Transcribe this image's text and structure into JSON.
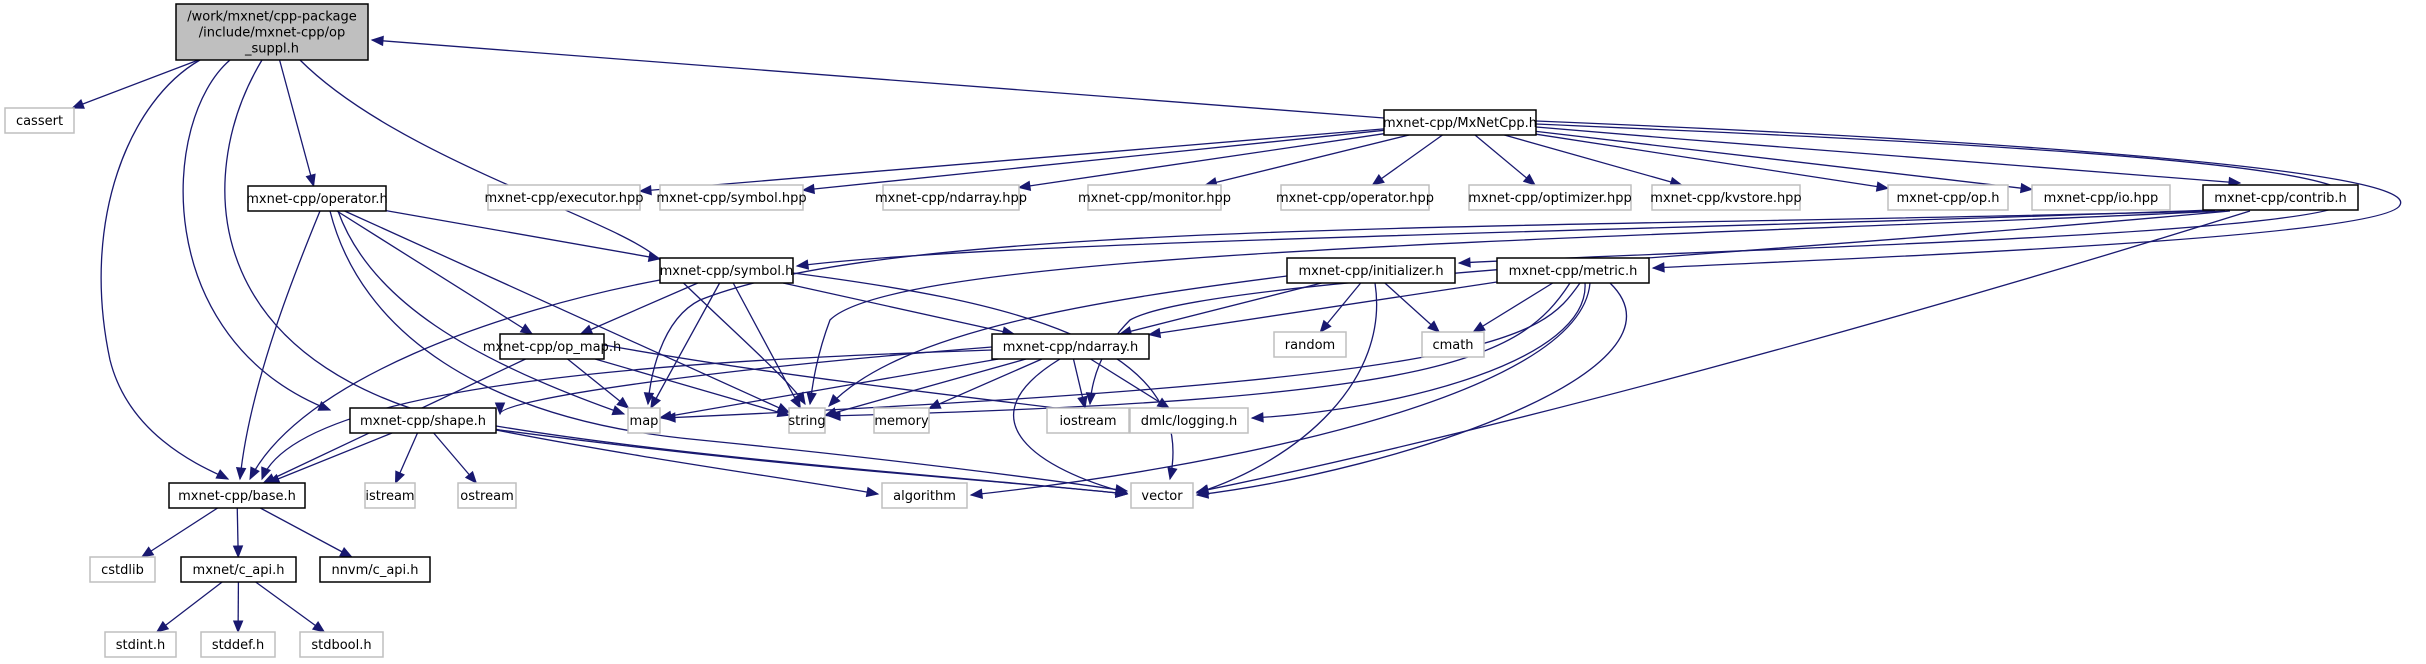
{
  "diagram": {
    "type": "include-dependency-graph",
    "root": "op_suppl",
    "colors": {
      "edge": "#191970",
      "root_fill": "#bfbfbf",
      "local_border": "#000000",
      "system_border": "#bfbfbf"
    },
    "nodes": [
      {
        "id": "op_suppl",
        "kind": "root",
        "label_lines": [
          "/work/mxnet/cpp-package",
          "/include/mxnet-cpp/op",
          "_suppl.h"
        ]
      },
      {
        "id": "cassert",
        "kind": "sys",
        "label": "cassert"
      },
      {
        "id": "MxNetCpp",
        "kind": "local",
        "label": "mxnet-cpp/MxNetCpp.h"
      },
      {
        "id": "operator_h",
        "kind": "local",
        "label": "mxnet-cpp/operator.h"
      },
      {
        "id": "executor_hpp",
        "kind": "sys",
        "label": "mxnet-cpp/executor.hpp"
      },
      {
        "id": "symbol_hpp",
        "kind": "sys",
        "label": "mxnet-cpp/symbol.hpp"
      },
      {
        "id": "ndarray_hpp",
        "kind": "sys",
        "label": "mxnet-cpp/ndarray.hpp"
      },
      {
        "id": "monitor_hpp",
        "kind": "sys",
        "label": "mxnet-cpp/monitor.hpp"
      },
      {
        "id": "operator_hpp",
        "kind": "sys",
        "label": "mxnet-cpp/operator.hpp"
      },
      {
        "id": "optimizer_hpp",
        "kind": "sys",
        "label": "mxnet-cpp/optimizer.hpp"
      },
      {
        "id": "kvstore_hpp",
        "kind": "sys",
        "label": "mxnet-cpp/kvstore.hpp"
      },
      {
        "id": "op_h",
        "kind": "sys",
        "label": "mxnet-cpp/op.h"
      },
      {
        "id": "io_hpp",
        "kind": "sys",
        "label": "mxnet-cpp/io.hpp"
      },
      {
        "id": "contrib_h",
        "kind": "local",
        "label": "mxnet-cpp/contrib.h"
      },
      {
        "id": "symbol_h",
        "kind": "local",
        "label": "mxnet-cpp/symbol.h"
      },
      {
        "id": "initializer_h",
        "kind": "local",
        "label": "mxnet-cpp/initializer.h"
      },
      {
        "id": "metric_h",
        "kind": "local",
        "label": "mxnet-cpp/metric.h"
      },
      {
        "id": "op_map_h",
        "kind": "local",
        "label": "mxnet-cpp/op_map.h"
      },
      {
        "id": "ndarray_h",
        "kind": "local",
        "label": "mxnet-cpp/ndarray.h"
      },
      {
        "id": "random",
        "kind": "sys",
        "label": "random"
      },
      {
        "id": "cmath",
        "kind": "sys",
        "label": "cmath"
      },
      {
        "id": "shape_h",
        "kind": "local",
        "label": "mxnet-cpp/shape.h"
      },
      {
        "id": "map",
        "kind": "sys",
        "label": "map"
      },
      {
        "id": "string",
        "kind": "sys",
        "label": "string"
      },
      {
        "id": "memory",
        "kind": "sys",
        "label": "memory"
      },
      {
        "id": "iostream",
        "kind": "sys",
        "label": "iostream"
      },
      {
        "id": "dmlc_logging",
        "kind": "sys",
        "label": "dmlc/logging.h"
      },
      {
        "id": "base_h",
        "kind": "local",
        "label": "mxnet-cpp/base.h"
      },
      {
        "id": "istream",
        "kind": "sys",
        "label": "istream"
      },
      {
        "id": "ostream",
        "kind": "sys",
        "label": "ostream"
      },
      {
        "id": "algorithm",
        "kind": "sys",
        "label": "algorithm"
      },
      {
        "id": "vector",
        "kind": "sys",
        "label": "vector"
      },
      {
        "id": "cstdlib",
        "kind": "sys",
        "label": "cstdlib"
      },
      {
        "id": "mxnet_c_api",
        "kind": "local",
        "label": "mxnet/c_api.h"
      },
      {
        "id": "nnvm_c_api",
        "kind": "local",
        "label": "nnvm/c_api.h"
      },
      {
        "id": "stdint",
        "kind": "sys",
        "label": "stdint.h"
      },
      {
        "id": "stddef",
        "kind": "sys",
        "label": "stddef.h"
      },
      {
        "id": "stdbool",
        "kind": "sys",
        "label": "stdbool.h"
      }
    ],
    "edges": [
      [
        "op_suppl",
        "cassert"
      ],
      [
        "op_suppl",
        "base_h"
      ],
      [
        "op_suppl",
        "shape_h"
      ],
      [
        "op_suppl",
        "vector"
      ],
      [
        "op_suppl",
        "operator_h"
      ],
      [
        "op_suppl",
        "string"
      ],
      [
        "MxNetCpp",
        "op_suppl"
      ],
      [
        "MxNetCpp",
        "executor_hpp"
      ],
      [
        "MxNetCpp",
        "symbol_hpp"
      ],
      [
        "MxNetCpp",
        "ndarray_hpp"
      ],
      [
        "MxNetCpp",
        "monitor_hpp"
      ],
      [
        "MxNetCpp",
        "operator_hpp"
      ],
      [
        "MxNetCpp",
        "optimizer_hpp"
      ],
      [
        "MxNetCpp",
        "kvstore_hpp"
      ],
      [
        "MxNetCpp",
        "op_h"
      ],
      [
        "MxNetCpp",
        "io_hpp"
      ],
      [
        "MxNetCpp",
        "contrib_h"
      ],
      [
        "MxNetCpp",
        "initializer_h"
      ],
      [
        "MxNetCpp",
        "metric_h"
      ],
      [
        "contrib_h",
        "symbol_h"
      ],
      [
        "contrib_h",
        "map"
      ],
      [
        "contrib_h",
        "string"
      ],
      [
        "contrib_h",
        "vector"
      ],
      [
        "contrib_h",
        "iostream"
      ],
      [
        "operator_h",
        "symbol_h"
      ],
      [
        "operator_h",
        "op_map_h"
      ],
      [
        "operator_h",
        "base_h"
      ],
      [
        "operator_h",
        "map"
      ],
      [
        "operator_h",
        "string"
      ],
      [
        "operator_h",
        "vector"
      ],
      [
        "symbol_h",
        "op_map_h"
      ],
      [
        "symbol_h",
        "ndarray_h"
      ],
      [
        "symbol_h",
        "base_h"
      ],
      [
        "symbol_h",
        "map"
      ],
      [
        "symbol_h",
        "string"
      ],
      [
        "symbol_h",
        "vector"
      ],
      [
        "initializer_h",
        "ndarray_h"
      ],
      [
        "initializer_h",
        "random"
      ],
      [
        "initializer_h",
        "cmath"
      ],
      [
        "initializer_h",
        "string"
      ],
      [
        "initializer_h",
        "vector"
      ],
      [
        "metric_h",
        "ndarray_h"
      ],
      [
        "metric_h",
        "cmath"
      ],
      [
        "metric_h",
        "string"
      ],
      [
        "metric_h",
        "vector"
      ],
      [
        "metric_h",
        "algorithm"
      ],
      [
        "metric_h",
        "map"
      ],
      [
        "metric_h",
        "dmlc_logging"
      ],
      [
        "op_map_h",
        "base_h"
      ],
      [
        "op_map_h",
        "map"
      ],
      [
        "op_map_h",
        "string"
      ],
      [
        "op_map_h",
        "dmlc_logging"
      ],
      [
        "ndarray_h",
        "shape_h"
      ],
      [
        "ndarray_h",
        "base_h"
      ],
      [
        "ndarray_h",
        "map"
      ],
      [
        "ndarray_h",
        "string"
      ],
      [
        "ndarray_h",
        "memory"
      ],
      [
        "ndarray_h",
        "iostream"
      ],
      [
        "ndarray_h",
        "vector"
      ],
      [
        "ndarray_h",
        "dmlc_logging"
      ],
      [
        "shape_h",
        "base_h"
      ],
      [
        "shape_h",
        "istream"
      ],
      [
        "shape_h",
        "ostream"
      ],
      [
        "shape_h",
        "algorithm"
      ],
      [
        "shape_h",
        "vector"
      ],
      [
        "base_h",
        "cstdlib"
      ],
      [
        "base_h",
        "mxnet_c_api"
      ],
      [
        "base_h",
        "nnvm_c_api"
      ],
      [
        "mxnet_c_api",
        "stdint"
      ],
      [
        "mxnet_c_api",
        "stddef"
      ],
      [
        "mxnet_c_api",
        "stdbool"
      ]
    ]
  }
}
